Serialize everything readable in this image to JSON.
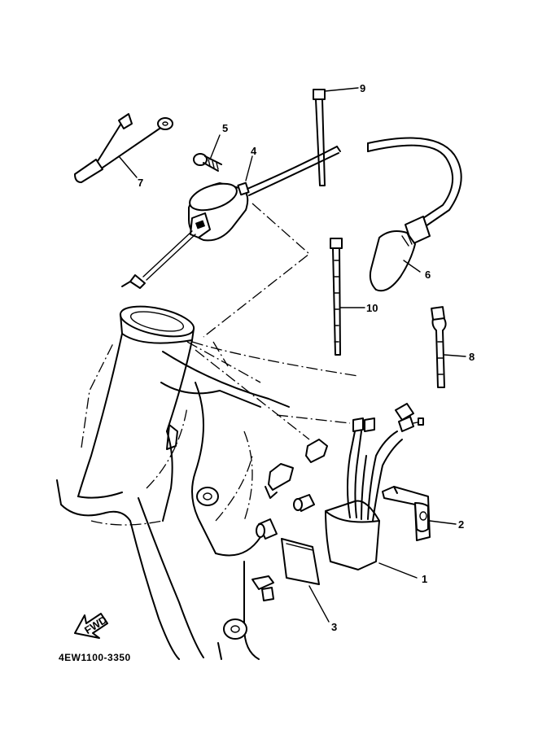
{
  "callouts": {
    "p1": "1",
    "p2": "2",
    "p3": "3",
    "p4": "4",
    "p5": "5",
    "p6": "6",
    "p7": "7",
    "p8": "8",
    "p9": "9",
    "p10": "10"
  },
  "arrow_label": "FWD",
  "diagram_code": "4EW1100-3350"
}
